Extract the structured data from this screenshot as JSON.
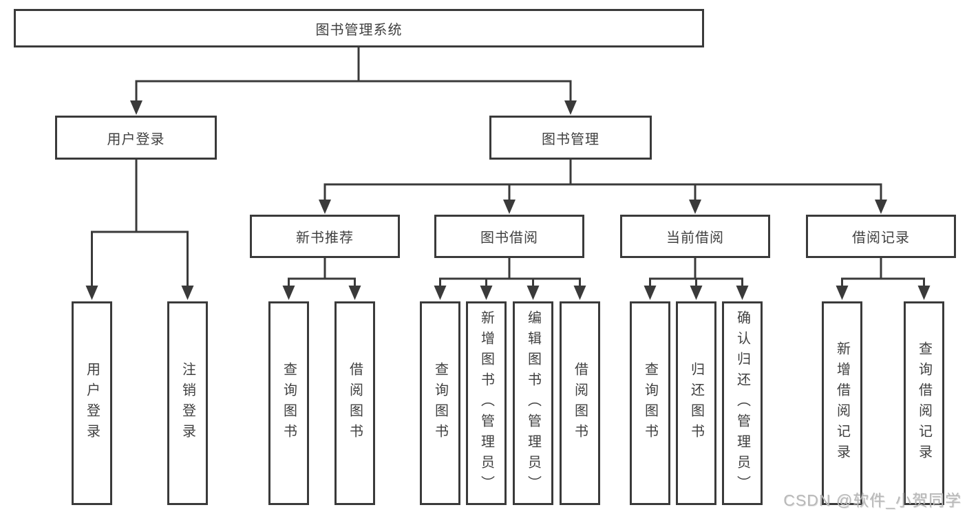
{
  "tree": {
    "root": "图书管理系统",
    "level2": [
      {
        "label": "用户登录",
        "children": [
          "用户登录",
          "注销登录"
        ]
      },
      {
        "label": "图书管理"
      }
    ],
    "level3": [
      {
        "label": "新书推荐",
        "children": [
          "查询图书",
          "借阅图书"
        ]
      },
      {
        "label": "图书借阅",
        "children": [
          "查询图书",
          "新增图书（管理员）",
          "编辑图书（管理员）",
          "借阅图书"
        ]
      },
      {
        "label": "当前借阅",
        "children": [
          "查询图书",
          "归还图书",
          "确认归还（管理员）"
        ]
      },
      {
        "label": "借阅记录",
        "children": [
          "新增借阅记录",
          "查询借阅记录"
        ]
      }
    ]
  },
  "watermark": "CSDN @软件_小贺同学",
  "colors": {
    "line": "#3a3a3a",
    "text": "#404040",
    "watermark": "#b8b8b8",
    "background": "#ffffff"
  }
}
